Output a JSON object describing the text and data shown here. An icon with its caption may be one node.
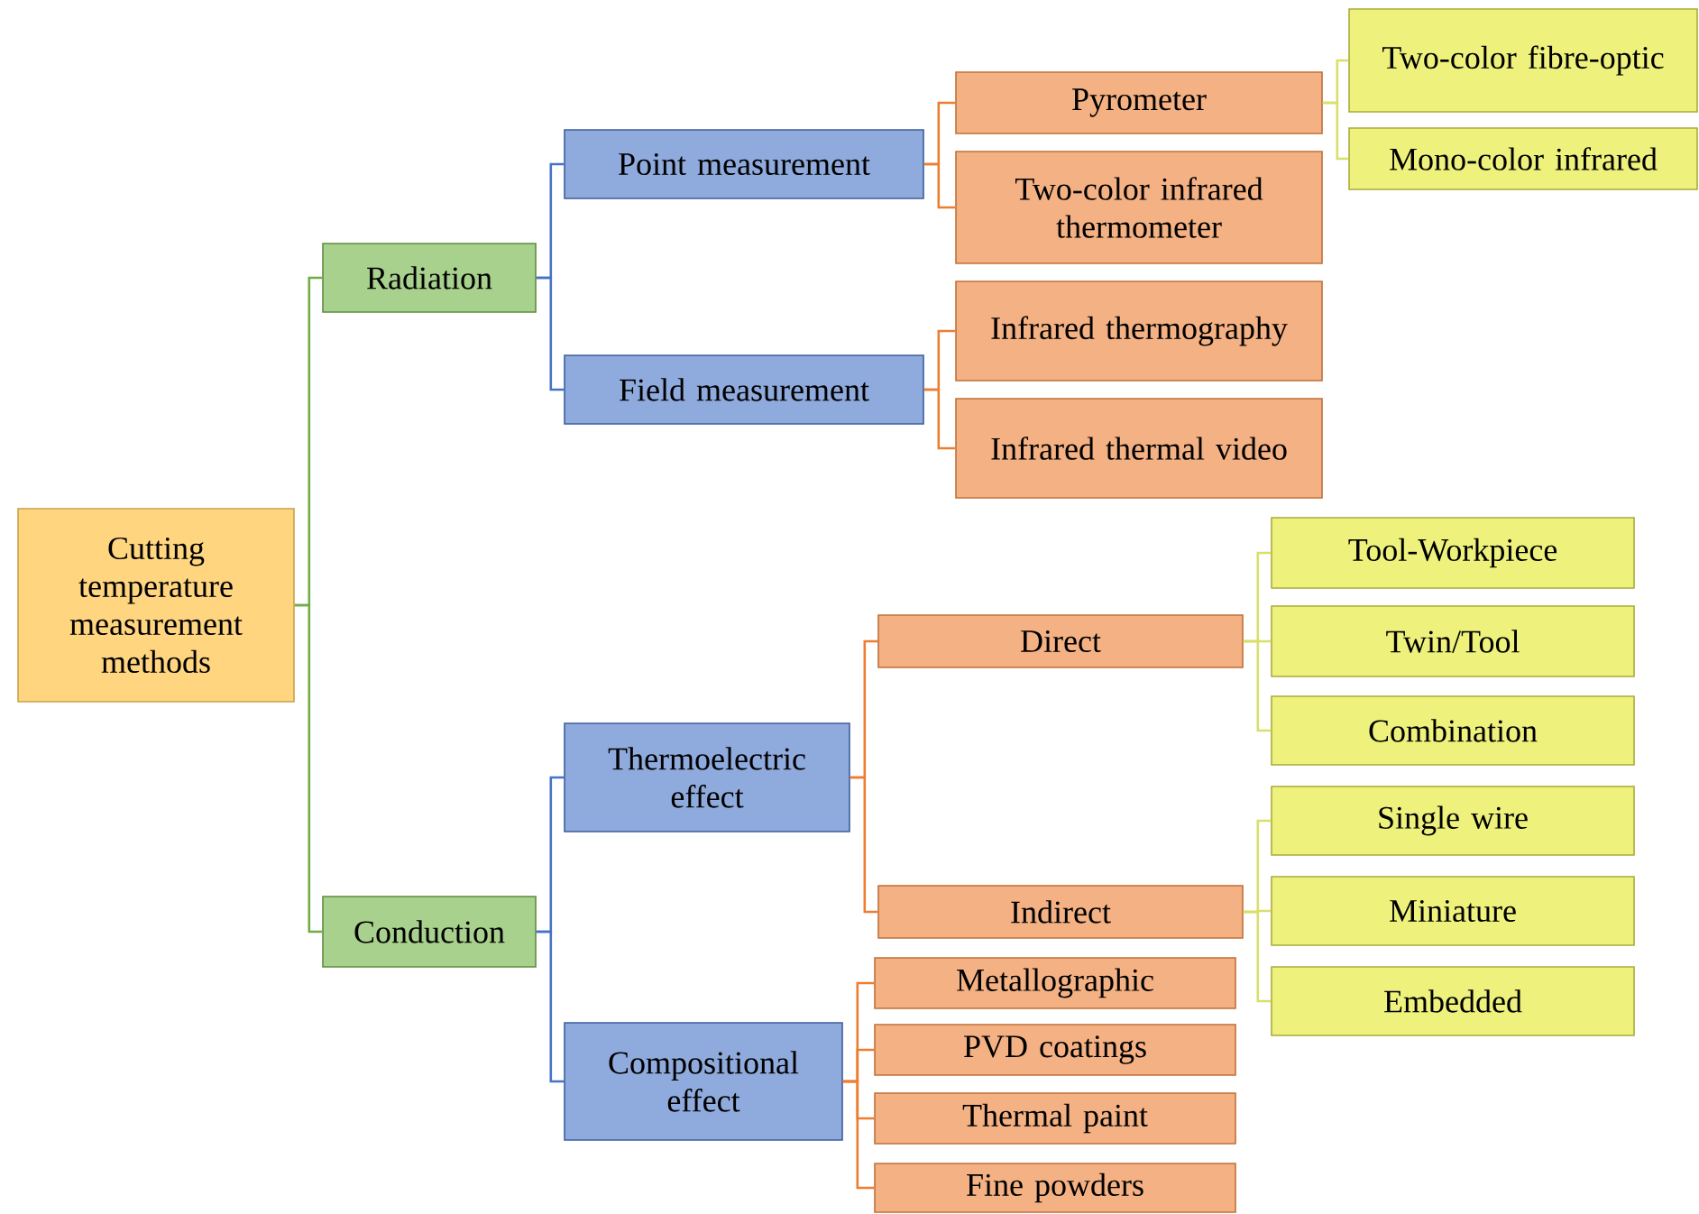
{
  "diagram": {
    "nodes": [
      {
        "text": [
          "Cutting temperature measurement methods"
        ]
      },
      {
        "text": [
          "Radiation"
        ]
      },
      {
        "text": [
          "Conduction"
        ]
      },
      {
        "text": [
          "Point measurement"
        ]
      },
      {
        "text": [
          "Field measurement"
        ]
      },
      {
        "text": [
          "Pyrometer"
        ]
      },
      {
        "text": [
          "Two-color infrared thermometer"
        ]
      },
      {
        "text": [
          "Two-color fibre-optic"
        ]
      },
      {
        "text": [
          "Mono-color infrared"
        ]
      },
      {
        "text": [
          "Infrared thermography"
        ]
      },
      {
        "text": [
          "Infrared thermal video"
        ]
      },
      {
        "text": [
          "Thermoelectric effect"
        ]
      },
      {
        "text": [
          "Compositional effect"
        ]
      },
      {
        "text": [
          "Direct"
        ]
      },
      {
        "text": [
          "Tool-Workpiece"
        ]
      },
      {
        "text": [
          "Twin/Tool"
        ]
      },
      {
        "text": [
          "Combination"
        ]
      },
      {
        "text": [
          "Indirect"
        ]
      },
      {
        "text": [
          "Single wire"
        ]
      },
      {
        "text": [
          "Miniature"
        ]
      },
      {
        "text": [
          "Embedded"
        ]
      },
      {
        "text": [
          "Metallographic"
        ]
      },
      {
        "text": [
          "PVD coatings"
        ]
      },
      {
        "text": [
          "Thermal paint"
        ]
      },
      {
        "text": [
          "Fine powders"
        ]
      }
    ],
    "edges": [
      {
        "from": 0,
        "to": 1,
        "arrow": "none",
        "color": "#70ad47"
      },
      {
        "from": 0,
        "to": 2,
        "arrow": "none",
        "color": "#70ad47"
      },
      {
        "from": 1,
        "to": 3,
        "arrow": "none",
        "color": "#4472c4"
      },
      {
        "from": 1,
        "to": 4,
        "arrow": "none",
        "color": "#4472c4"
      },
      {
        "from": 3,
        "to": 5,
        "arrow": "none"
      },
      {
        "from": 3,
        "to": 6,
        "arrow": "none"
      },
      {
        "from": 5,
        "to": 7,
        "arrow": "none",
        "color": "#d9df6a"
      },
      {
        "from": 5,
        "to": 8,
        "arrow": "none",
        "color": "#d9df6a"
      },
      {
        "from": 4,
        "to": 9,
        "arrow": "none"
      },
      {
        "from": 4,
        "to": 10,
        "arrow": "none"
      },
      {
        "from": 2,
        "to": 11,
        "arrow": "none",
        "color": "#4472c4"
      },
      {
        "from": 2,
        "to": 12,
        "arrow": "none",
        "color": "#4472c4"
      },
      {
        "from": 11,
        "to": 13,
        "arrow": "none"
      },
      {
        "from": 11,
        "to": 17,
        "arrow": "none"
      },
      {
        "from": 13,
        "to": 14,
        "arrow": "none",
        "color": "#d9df6a"
      },
      {
        "from": 13,
        "to": 15,
        "arrow": "none",
        "color": "#d9df6a"
      },
      {
        "from": 13,
        "to": 16,
        "arrow": "none",
        "color": "#d9df6a"
      },
      {
        "from": 17,
        "to": 18,
        "arrow": "none",
        "color": "#d9df6a"
      },
      {
        "from": 17,
        "to": 19,
        "arrow": "none",
        "color": "#d9df6a"
      },
      {
        "from": 17,
        "to": 20,
        "arrow": "none",
        "color": "#d9df6a"
      },
      {
        "from": 12,
        "to": 21,
        "arrow": "none"
      },
      {
        "from": 12,
        "to": 22,
        "arrow": "none"
      },
      {
        "from": 12,
        "to": 23,
        "arrow": "none"
      },
      {
        "from": 12,
        "to": 24,
        "arrow": "none"
      }
    ]
  }
}
